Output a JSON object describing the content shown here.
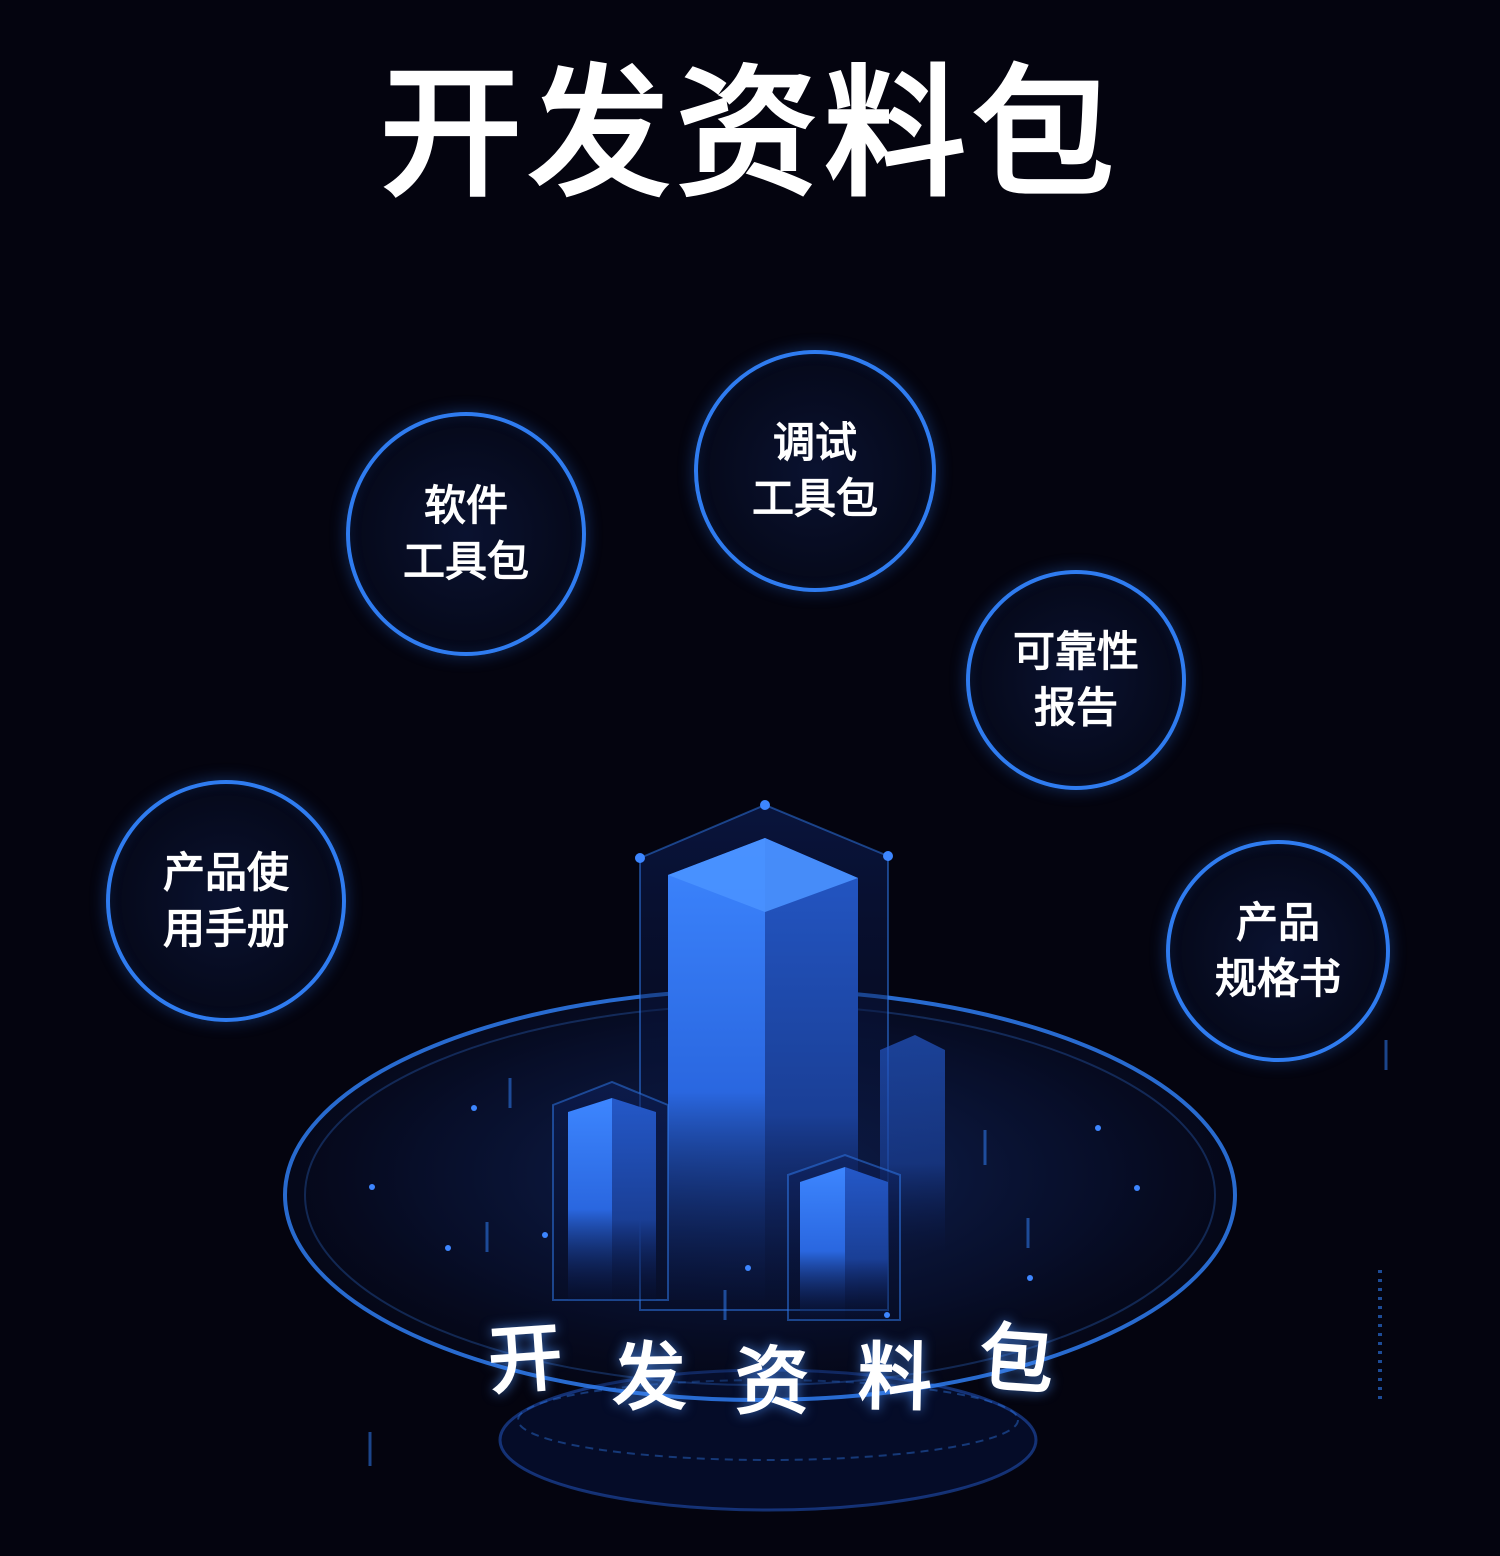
{
  "title": "开发资料包",
  "bubbles": [
    {
      "line1": "产品使",
      "line2": "用手册"
    },
    {
      "line1": "软件",
      "line2": "工具包"
    },
    {
      "line1": "调试",
      "line2": "工具包"
    },
    {
      "line1": "可靠性",
      "line2": "报告"
    },
    {
      "line1": "产品",
      "line2": "规格书"
    }
  ],
  "base_label": [
    "开",
    "发",
    "资",
    "料",
    "包"
  ],
  "colors": {
    "background": "#04040f",
    "accent": "#2f7cf0",
    "text": "#ffffff"
  }
}
